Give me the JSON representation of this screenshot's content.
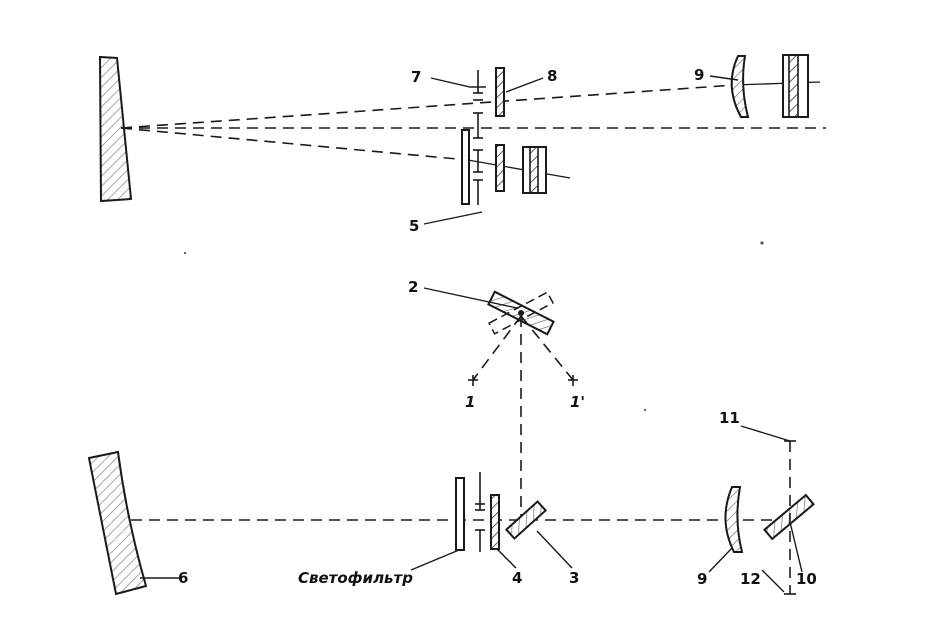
{
  "labels": {
    "l1": "1",
    "l1p": "1'",
    "l2": "2",
    "l3": "3",
    "l4": "4",
    "l5": "5",
    "l6": "6",
    "l7": "7",
    "l8": "8",
    "l9_top": "9",
    "l9_bottom": "9",
    "l10": "10",
    "l11": "11",
    "l12": "12",
    "filter": "Светофильтр"
  }
}
